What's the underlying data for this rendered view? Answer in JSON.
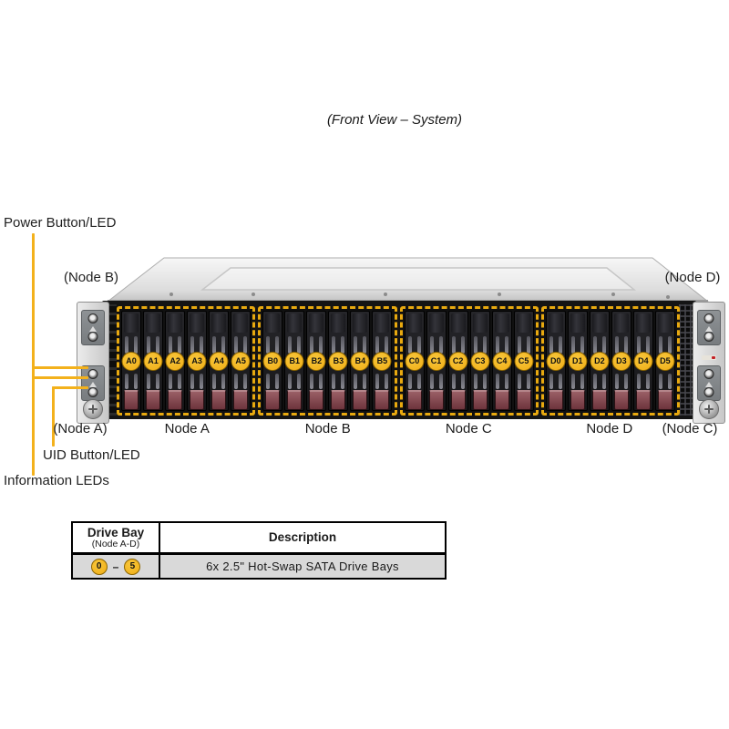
{
  "title": "(Front View – System)",
  "labels": {
    "power": "Power Button/LED",
    "uid": "UID Button/LED",
    "info": "Information LEDs",
    "node_b_top": "(Node B)",
    "node_d_top": "(Node D)",
    "node_a_bottom": "(Node A)",
    "node_c_bottom": "(Node C)"
  },
  "node_groups": [
    {
      "label": "Node A",
      "drives": [
        "A0",
        "A1",
        "A2",
        "A3",
        "A4",
        "A5"
      ]
    },
    {
      "label": "Node B",
      "drives": [
        "B0",
        "B1",
        "B2",
        "B3",
        "B4",
        "B5"
      ]
    },
    {
      "label": "Node C",
      "drives": [
        "C0",
        "C1",
        "C2",
        "C3",
        "C4",
        "C5"
      ]
    },
    {
      "label": "Node D",
      "drives": [
        "D0",
        "D1",
        "D2",
        "D3",
        "D4",
        "D5"
      ]
    }
  ],
  "table": {
    "header": {
      "col1_title": "Drive Bay",
      "col1_sub": "(Node A-D)",
      "col2_title": "Description"
    },
    "row": {
      "start": "0",
      "dash": "–",
      "end": "5",
      "description": "6x 2.5\" Hot-Swap SATA Drive Bays"
    }
  },
  "colors": {
    "accent_yellow": "#F3B11C",
    "badge_yellow": "#EFAC14",
    "dashed_outline": "#E8A90F",
    "table_row_bg": "#D9D9D9",
    "chassis_black": "#141414"
  }
}
